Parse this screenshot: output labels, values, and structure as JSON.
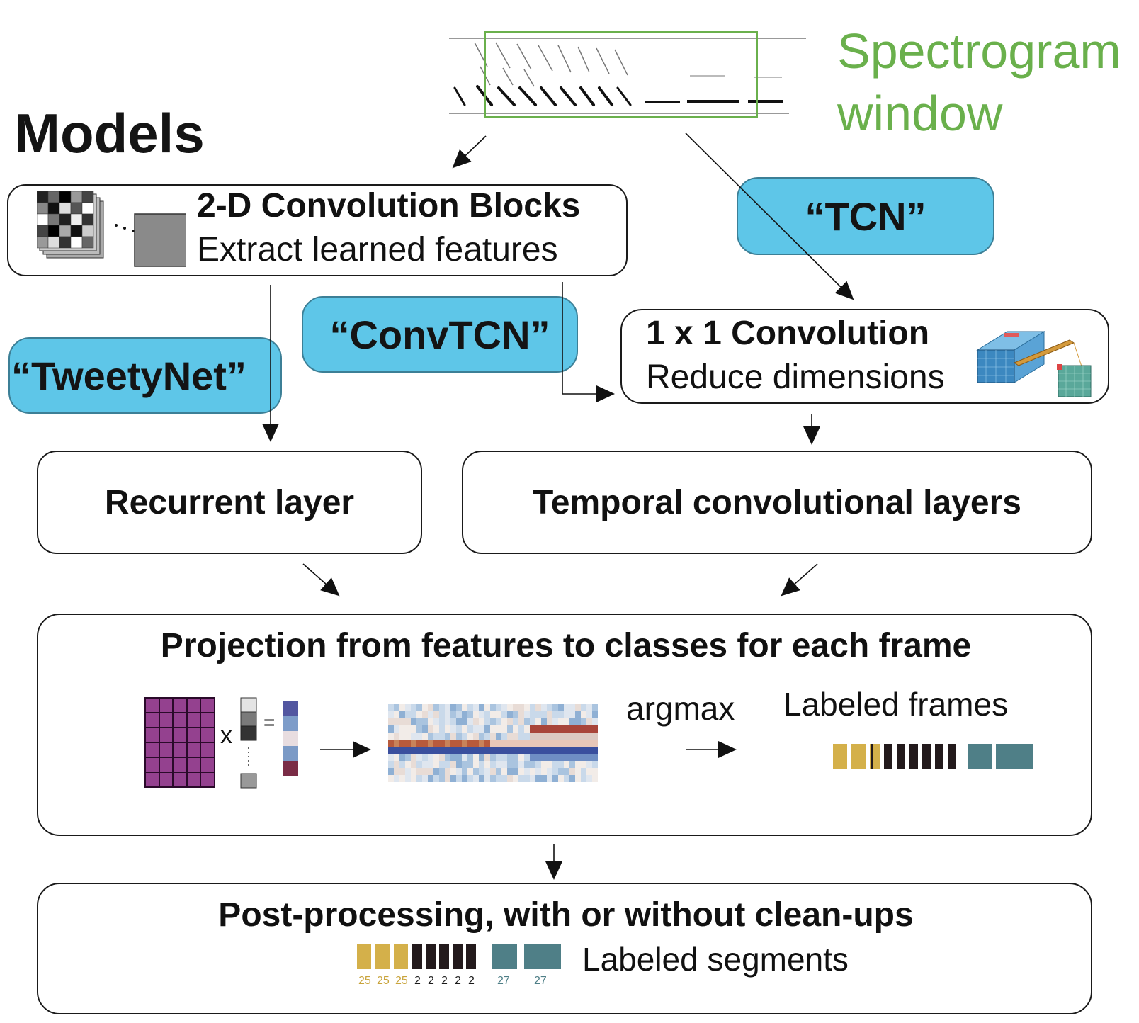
{
  "title": "Models",
  "spectrogram_label": {
    "line1": "Spectrogram",
    "line2": "window"
  },
  "conv2d": {
    "title": "2-D Convolution Blocks",
    "subtitle": "Extract learned features"
  },
  "tcn_label": "“TCN”",
  "convtcn_label": "“ConvTCN”",
  "tweetynet_label": "“TweetyNet”",
  "conv1x1": {
    "title": "1 x 1 Convolution",
    "subtitle": "Reduce dimensions"
  },
  "recurrent": {
    "label": "Recurrent layer"
  },
  "temporal": {
    "label": "Temporal convolutional layers"
  },
  "projection": {
    "title": "Projection from features to classes for each frame",
    "times": "x",
    "equals": "=",
    "argmax": "argmax",
    "labeled_frames": "Labeled frames"
  },
  "postprocessing": {
    "title": "Post-processing, with or without clean-ups",
    "labeled_segments": "Labeled segments",
    "segment_labels": [
      {
        "text": "25",
        "color": "#c9a43c"
      },
      {
        "text": "25",
        "color": "#c9a43c"
      },
      {
        "text": "25",
        "color": "#c9a43c"
      },
      {
        "text": "2",
        "color": "#1a1a1a"
      },
      {
        "text": "2",
        "color": "#1a1a1a"
      },
      {
        "text": "2",
        "color": "#1a1a1a"
      },
      {
        "text": "2",
        "color": "#1a1a1a"
      },
      {
        "text": "2",
        "color": "#1a1a1a"
      },
      {
        "text": "27",
        "color": "#4f7f87"
      },
      {
        "text": "27",
        "color": "#4f7f87"
      }
    ]
  },
  "colors": {
    "accent_green": "#6ab04c",
    "pill_blue": "#5ec6e8",
    "gold": "#d4b04a",
    "dark": "#231a1c",
    "teal": "#4f7f87",
    "magenta": "#94418f"
  }
}
